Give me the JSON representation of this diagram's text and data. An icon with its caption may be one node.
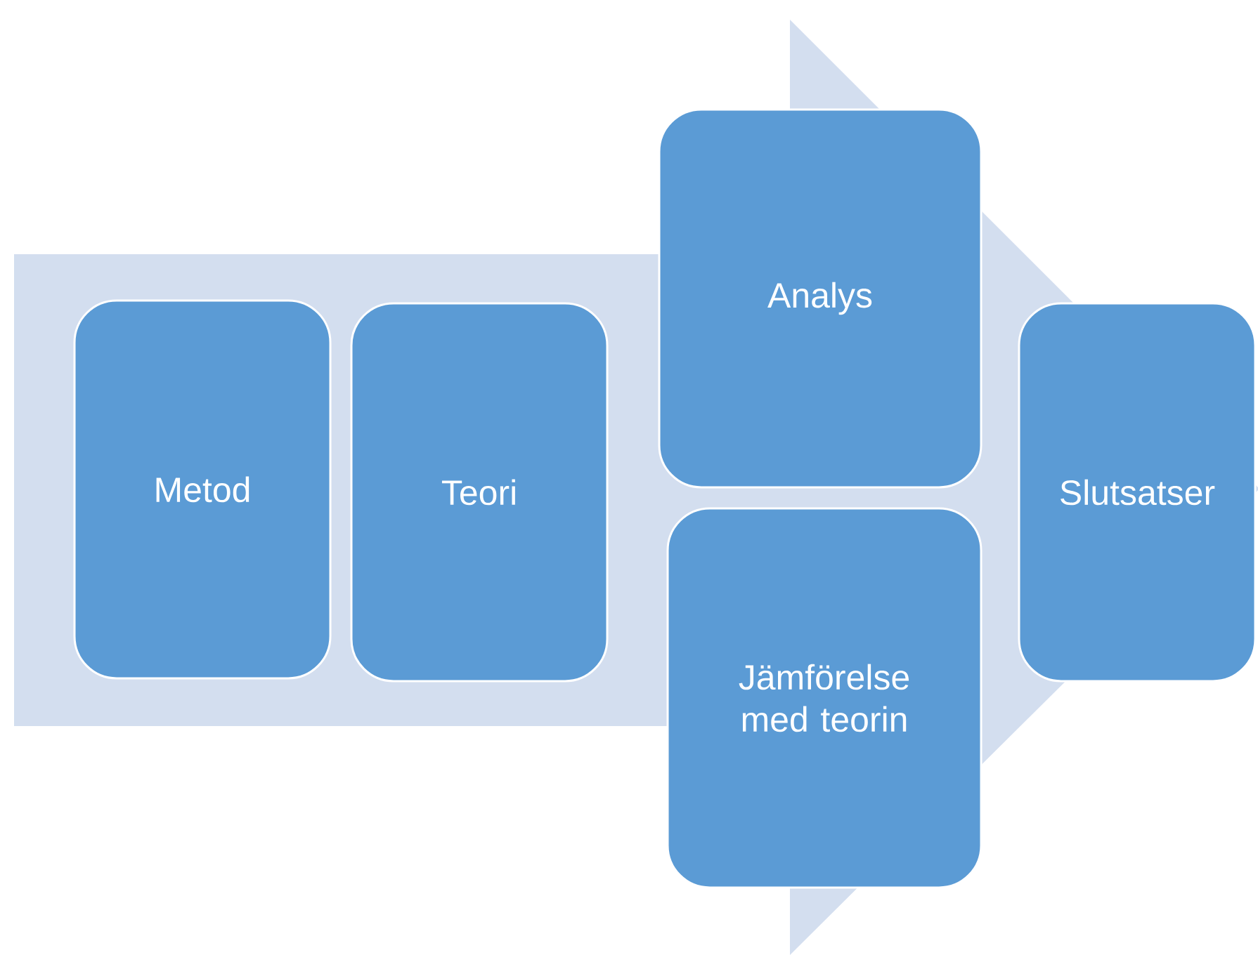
{
  "diagram": {
    "nodes": [
      {
        "text": [
          "Metod"
        ]
      },
      {
        "text": [
          "Teori"
        ]
      },
      {
        "text": [
          "Analys"
        ]
      },
      {
        "text": [
          "Jämförelse med teorin"
        ]
      },
      {
        "text": [
          "Slutsatser"
        ]
      }
    ]
  }
}
